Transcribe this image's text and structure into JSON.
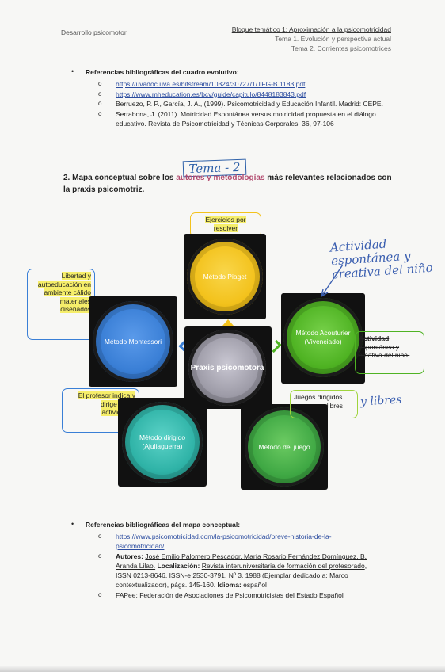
{
  "header": {
    "left": "Desarrollo psicomotor",
    "right_main": "Bloque temático 1: Aproximación a la psicomotricidad",
    "right_sub1": "Tema 1. Evolución y perspectiva actual",
    "right_sub2": "Tema 2. Corrientes psicomotrices"
  },
  "section1": {
    "title": "Referencias bibliográficas del cuadro evolutivo:",
    "refs": [
      {
        "mark": "o",
        "text": "https://uvadoc.uva.es/bitstream/10324/30727/1/TFG-B.1183.pdf",
        "link": true
      },
      {
        "mark": "o",
        "text": "https://www.mheducation.es/bcv/guide/capitulo/8448183843.pdf",
        "link": true
      },
      {
        "mark": "o",
        "text": "Berruezo, P. P., García, J. A., (1999). Psicomotricidad y Educación Infantil. Madrid: CEPE.",
        "link": false
      },
      {
        "mark": "o",
        "text": "Serrabona, J. (2011). Motricidad Espontánea versus motricidad propuesta en el diálogo educativo. Revista de Psicomotricidad y Técnicas Corporales, 36, 97-106",
        "link": false
      }
    ]
  },
  "handwritten_box": "Tema - 2",
  "section2": {
    "number": "2.",
    "text_a": "Mapa conceptual sobre los ",
    "text_hl": "autores y metodologías",
    "text_b": " más relevantes relacionados con la praxis psicomotriz."
  },
  "concept_map": {
    "center": "Praxis psicomotora",
    "nodes": {
      "piaget": "Método Piaget",
      "montessori": "Método Montessori",
      "aucouturier": "Método Acouturier (Vivenciado)",
      "ajuliaguerra": "Método dirigido (Ajuliaguerra)",
      "juego": "Método del juego"
    },
    "callouts": {
      "piaget": "Ejercicios por resolver",
      "montessori": "Libertad y autoeducación en ambiente cálido materiales diseñados",
      "aucouturier_a": "Actividad",
      "aucouturier_b": "espontánea y",
      "aucouturier_c": "creativa del niño.",
      "ajuliaguerra": "El profesor indica y dirige todas actividades",
      "juego": "Juegos dirigidos",
      "juego_tail": "libres"
    },
    "handwritten_note": "Actividad espontánea y creativa del niño",
    "handwritten_juego": "y libres",
    "colors": {
      "piaget": "#f3c21c",
      "montessori": "#3a7fd6",
      "aucouturier": "#4fb323",
      "ajuliaguerra": "#2fb3a7",
      "juego": "#3fa844",
      "center": "#9e9ca8"
    }
  },
  "section3": {
    "title": "Referencias bibliográficas del mapa conceptual:",
    "refs": [
      {
        "mark": "o",
        "text": "https://www.psicomotricidad.com/la-psicomotricidad/breve-historia-de-la-psicomotricidad/"
      },
      {
        "mark": "o",
        "authors_label": "Autores:",
        "authors": "José Emilio Palomero Pescador, María Rosario Fernández Domínguez, B. Aranda Lilao.",
        "loc_label": "Localización:",
        "loc": "Revista interuniversitaria de formación del profesorado",
        "rest": ", ISSN 0213-8646, ISSN-e 2530-3791, Nº 3, 1988 (Ejemplar dedicado a: Marco contextualizador), págs. 145-160.",
        "idioma_label": "Idioma:",
        "idioma": "español"
      },
      {
        "mark": "o",
        "text": "FAPee: Federación de Asociaciones de Psicomotricistas del Estado Español"
      }
    ]
  }
}
